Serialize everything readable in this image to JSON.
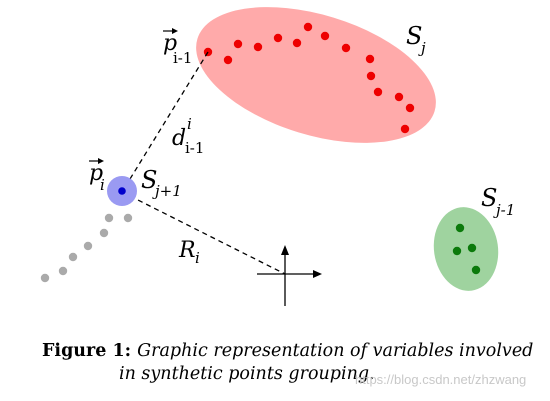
{
  "diagram": {
    "colors": {
      "cluster_j_fill": "#ffaaaa",
      "point_red": "#ee0000",
      "cluster_j_plus_1_fill": "#9a9af2",
      "point_blue": "#0000cc",
      "cluster_j_minus_1_fill": "#9fd39f",
      "point_green": "#0b7a0b",
      "trail_gray": "#aaaaaa",
      "line": "#000000"
    },
    "labels": {
      "cluster_j": "S_j",
      "cluster_j_plus_1": "S_j+1",
      "cluster_j_minus_1": "S_j-1",
      "point_p_prev": "p_i-1",
      "point_p_i": "p_i",
      "distance": "d_i-1^i",
      "radius": "R_i"
    },
    "icons": {
      "axes": "coordinate-axes-icon",
      "vector_arrow": "vector-arrow-icon"
    }
  },
  "caption": {
    "label": "Figure 1:",
    "line1": "Graphic representation of variables involved",
    "line2": "in synthetic points grouping."
  },
  "watermark": "https://blog.csdn.net/zhzwang"
}
